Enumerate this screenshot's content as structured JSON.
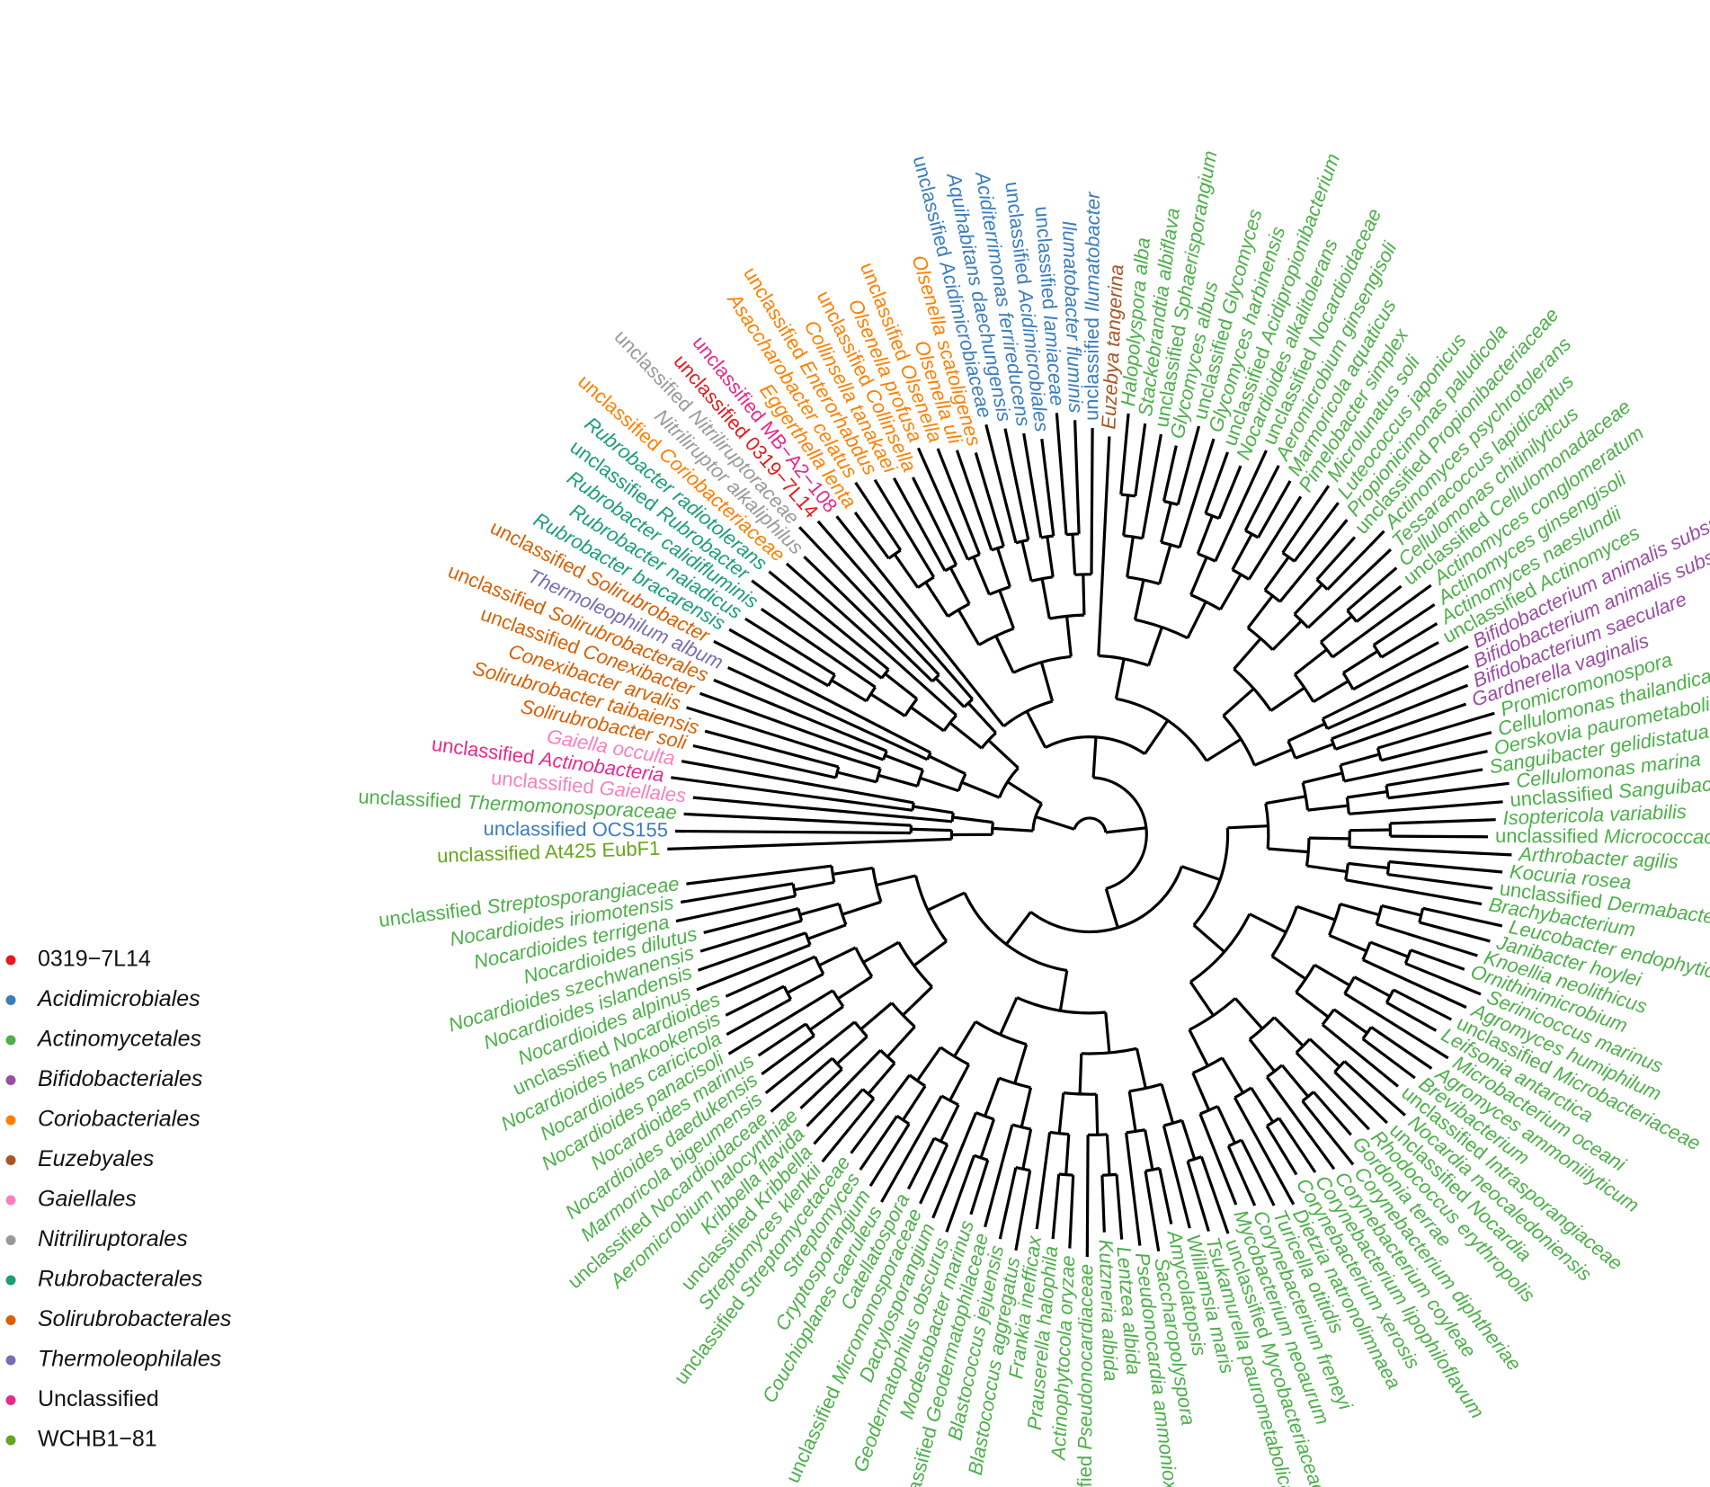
{
  "colors": {
    "0319-7L14": "#e41a1c",
    "Acidimicrobiales": "#3a7dbd",
    "Actinomycetales": "#4daf4a",
    "Bifidobacteriales": "#984ea3",
    "Coriobacteriales": "#ff7f00",
    "Euzebyales": "#a65628",
    "Gaiellales": "#f781bf",
    "Nitriliruptorales": "#999999",
    "Rubrobacterales": "#1b9e77",
    "Solirubrobacterales": "#d95f02",
    "Thermoleophilales": "#7570b3",
    "Unclassified": "#e7298a",
    "WCHB1-81": "#66a61e"
  },
  "legend": [
    {
      "label": "0319−7L14",
      "group": "0319-7L14",
      "italic": false
    },
    {
      "label": "Acidimicrobiales",
      "group": "Acidimicrobiales",
      "italic": true
    },
    {
      "label": "Actinomycetales",
      "group": "Actinomycetales",
      "italic": true
    },
    {
      "label": "Bifidobacteriales",
      "group": "Bifidobacteriales",
      "italic": true
    },
    {
      "label": "Coriobacteriales",
      "group": "Coriobacteriales",
      "italic": true
    },
    {
      "label": "Euzebyales",
      "group": "Euzebyales",
      "italic": true
    },
    {
      "label": "Gaiellales",
      "group": "Gaiellales",
      "italic": true
    },
    {
      "label": "Nitriliruptorales",
      "group": "Nitriliruptorales",
      "italic": true
    },
    {
      "label": "Rubrobacterales",
      "group": "Rubrobacterales",
      "italic": true
    },
    {
      "label": "Solirubrobacterales",
      "group": "Solirubrobacterales",
      "italic": true
    },
    {
      "label": "Thermoleophilales",
      "group": "Thermoleophilales",
      "italic": true
    },
    {
      "label": "Unclassified",
      "group": "Unclassified",
      "italic": false
    },
    {
      "label": "WCHB1−81",
      "group": "WCHB1-81",
      "italic": false
    }
  ],
  "leaves": [
    {
      "prefix": "unclassified ",
      "name": "At425 EubF1",
      "group": "WCHB1-81"
    },
    {
      "prefix": "unclassified ",
      "name": "OCS155",
      "group": "Acidimicrobiales"
    },
    {
      "prefix": "unclassified ",
      "name": "Thermomonosporaceae",
      "group": "Actinomycetales"
    },
    {
      "prefix": "unclassified ",
      "name": "Gaiellales",
      "group": "Gaiellales"
    },
    {
      "prefix": "unclassified ",
      "name": "Actinobacteria",
      "group": "Unclassified"
    },
    {
      "prefix": "",
      "name": "Gaiella occulta",
      "group": "Gaiellales"
    },
    {
      "prefix": "",
      "name": "Solirubrobacter soli",
      "group": "Solirubrobacterales"
    },
    {
      "prefix": "",
      "name": "Solirubrobacter taibaiensis",
      "group": "Solirubrobacterales"
    },
    {
      "prefix": "",
      "name": "Conexibacter arvalis",
      "group": "Solirubrobacterales"
    },
    {
      "prefix": "unclassified ",
      "name": "Conexibacter",
      "group": "Solirubrobacterales"
    },
    {
      "prefix": "unclassified ",
      "name": "Solirubrobacterales",
      "group": "Solirubrobacterales"
    },
    {
      "prefix": "",
      "name": "Thermoleophilum album",
      "group": "Thermoleophilales"
    },
    {
      "prefix": "unclassified ",
      "name": "Solirubrobacter",
      "group": "Solirubrobacterales"
    },
    {
      "prefix": "",
      "name": "Rubrobacter bracarensis",
      "group": "Rubrobacterales"
    },
    {
      "prefix": "",
      "name": "Rubrobacter naiadicus",
      "group": "Rubrobacterales"
    },
    {
      "prefix": "",
      "name": "Rubrobacter calidifluminis",
      "group": "Rubrobacterales"
    },
    {
      "prefix": "unclassified ",
      "name": "Rubrobacter",
      "group": "Rubrobacterales"
    },
    {
      "prefix": "",
      "name": "Rubrobacter radiotolerans",
      "group": "Rubrobacterales"
    },
    {
      "prefix": "unclassified ",
      "name": "Coriobacteriaceae",
      "group": "Coriobacteriales"
    },
    {
      "prefix": "",
      "name": "Nitriliruptor alkaliphilus",
      "group": "Nitriliruptorales"
    },
    {
      "prefix": "unclassified ",
      "name": "Nitriliruptoraceae",
      "group": "Nitriliruptorales"
    },
    {
      "prefix": "unclassified ",
      "name": "0319−7L14",
      "group": "0319-7L14"
    },
    {
      "prefix": "unclassified ",
      "name": "MB−A2−108",
      "group": "Unclassified"
    },
    {
      "prefix": "",
      "name": "Eggerthella lenta",
      "group": "Coriobacteriales"
    },
    {
      "prefix": "",
      "name": "Asaccharobacter celatus",
      "group": "Coriobacteriales"
    },
    {
      "prefix": "unclassified ",
      "name": "Enterorhabdus",
      "group": "Coriobacteriales"
    },
    {
      "prefix": "",
      "name": "Collinsella tanakaei",
      "group": "Coriobacteriales"
    },
    {
      "prefix": "unclassified ",
      "name": "Collinsella",
      "group": "Coriobacteriales"
    },
    {
      "prefix": "",
      "name": "Olsenella profusa",
      "group": "Coriobacteriales"
    },
    {
      "prefix": "unclassified ",
      "name": "Olsenella",
      "group": "Coriobacteriales"
    },
    {
      "prefix": "",
      "name": "Olsenella uli",
      "group": "Coriobacteriales"
    },
    {
      "prefix": "",
      "name": "Olsenella scatoligenes",
      "group": "Coriobacteriales"
    },
    {
      "prefix": "unclassified ",
      "name": "Acidimicrobiaceae",
      "group": "Acidimicrobiales"
    },
    {
      "prefix": "",
      "name": "Aquihabitans daechungensis",
      "group": "Acidimicrobiales"
    },
    {
      "prefix": "",
      "name": "Aciditerrimonas ferrireducens",
      "group": "Acidimicrobiales"
    },
    {
      "prefix": "unclassified ",
      "name": "Acidimicrobiales",
      "group": "Acidimicrobiales"
    },
    {
      "prefix": "unclassified ",
      "name": "Iamiaceae",
      "group": "Acidimicrobiales"
    },
    {
      "prefix": "",
      "name": "Ilumatobacter fluminis",
      "group": "Acidimicrobiales"
    },
    {
      "prefix": "unclassified ",
      "name": "Ilumatobacter",
      "group": "Acidimicrobiales"
    },
    {
      "prefix": "",
      "name": "Euzebya tangerina",
      "group": "Euzebyales"
    },
    {
      "prefix": "",
      "name": "Halopolyspora alba",
      "group": "Actinomycetales"
    },
    {
      "prefix": "",
      "name": "Stackebrandtia albiflava",
      "group": "Actinomycetales"
    },
    {
      "prefix": "unclassified ",
      "name": "Sphaerisporangium",
      "group": "Actinomycetales"
    },
    {
      "prefix": "",
      "name": "Glycomyces albus",
      "group": "Actinomycetales"
    },
    {
      "prefix": "unclassified ",
      "name": "Glycomyces",
      "group": "Actinomycetales"
    },
    {
      "prefix": "",
      "name": "Glycomyces harbinensis",
      "group": "Actinomycetales"
    },
    {
      "prefix": "unclassified ",
      "name": "Acidipropionibacterium",
      "group": "Actinomycetales"
    },
    {
      "prefix": "",
      "name": "Nocardioides alkalitolerans",
      "group": "Actinomycetales"
    },
    {
      "prefix": "unclassified ",
      "name": "Nocardioidaceae",
      "group": "Actinomycetales"
    },
    {
      "prefix": "",
      "name": "Aeromicrobium ginsengisoli",
      "group": "Actinomycetales"
    },
    {
      "prefix": "",
      "name": "Marmoricola aquaticus",
      "group": "Actinomycetales"
    },
    {
      "prefix": "",
      "name": "Pimelobacter simplex",
      "group": "Actinomycetales"
    },
    {
      "prefix": "",
      "name": "Microlunatus soli",
      "group": "Actinomycetales"
    },
    {
      "prefix": "",
      "name": "Luteococcus japonicus",
      "group": "Actinomycetales"
    },
    {
      "prefix": "",
      "name": "Propionicimonas paludicola",
      "group": "Actinomycetales"
    },
    {
      "prefix": "unclassified ",
      "name": "Propionibacteriaceae",
      "group": "Actinomycetales"
    },
    {
      "prefix": "",
      "name": "Actinomyces psychrotolerans",
      "group": "Actinomycetales"
    },
    {
      "prefix": "",
      "name": "Tessaracoccus lapidicaptus",
      "group": "Actinomycetales"
    },
    {
      "prefix": "",
      "name": "Cellulomonas chitinilyticus",
      "group": "Actinomycetales"
    },
    {
      "prefix": "unclassified ",
      "name": "Cellulomonadaceae",
      "group": "Actinomycetales"
    },
    {
      "prefix": "",
      "name": "Actinomyces conglomeratum",
      "group": "Actinomycetales"
    },
    {
      "prefix": "",
      "name": "Actinomyces ginsengisoli",
      "group": "Actinomycetales"
    },
    {
      "prefix": "",
      "name": "Actinomyces naeslundii",
      "group": "Actinomycetales"
    },
    {
      "prefix": "unclassified ",
      "name": "Actinomyces",
      "group": "Actinomycetales"
    },
    {
      "prefix": "",
      "name": "Bifidobacterium animalis subsp. lactis",
      "group": "Bifidobacteriales"
    },
    {
      "prefix": "",
      "name": "Bifidobacterium animalis subsp. animalis",
      "group": "Bifidobacteriales"
    },
    {
      "prefix": "",
      "name": "Bifidobacterium saeculare",
      "group": "Bifidobacteriales"
    },
    {
      "prefix": "",
      "name": "Gardnerella vaginalis",
      "group": "Bifidobacteriales"
    },
    {
      "prefix": "",
      "name": "Promicromonospora",
      "group": "Actinomycetales"
    },
    {
      "prefix": "",
      "name": "Cellulomonas thailandica",
      "group": "Actinomycetales"
    },
    {
      "prefix": "",
      "name": "Oerskovia paurometabolica",
      "group": "Actinomycetales"
    },
    {
      "prefix": "",
      "name": "Sanguibacter gelidistatuariae",
      "group": "Actinomycetales"
    },
    {
      "prefix": "",
      "name": "Cellulomonas marina",
      "group": "Actinomycetales"
    },
    {
      "prefix": "unclassified ",
      "name": "Sanguibacteraceae",
      "group": "Actinomycetales"
    },
    {
      "prefix": "",
      "name": "Isoptericola variabilis",
      "group": "Actinomycetales"
    },
    {
      "prefix": "unclassified ",
      "name": "Micrococcaceae",
      "group": "Actinomycetales"
    },
    {
      "prefix": "",
      "name": "Arthrobacter agilis",
      "group": "Actinomycetales"
    },
    {
      "prefix": "",
      "name": "Kocuria rosea",
      "group": "Actinomycetales"
    },
    {
      "prefix": "unclassified ",
      "name": "Dermabacteraceae",
      "group": "Actinomycetales"
    },
    {
      "prefix": "",
      "name": "Brachybacterium",
      "group": "Actinomycetales"
    },
    {
      "prefix": "",
      "name": "Leucobacter endophyticum",
      "group": "Actinomycetales"
    },
    {
      "prefix": "",
      "name": "Janibacter hoylei",
      "group": "Actinomycetales"
    },
    {
      "prefix": "",
      "name": "Knoellia neolithicus",
      "group": "Actinomycetales"
    },
    {
      "prefix": "",
      "name": "Ornithinimicrobium",
      "group": "Actinomycetales"
    },
    {
      "prefix": "",
      "name": "Serinicoccus marinus",
      "group": "Actinomycetales"
    },
    {
      "prefix": "",
      "name": "Agromyces humiphilum",
      "group": "Actinomycetales"
    },
    {
      "prefix": "unclassified ",
      "name": "Microbacteriaceae",
      "group": "Actinomycetales"
    },
    {
      "prefix": "",
      "name": "Leifsonia antarctica",
      "group": "Actinomycetales"
    },
    {
      "prefix": "",
      "name": "Microbacterium oceani",
      "group": "Actinomycetales"
    },
    {
      "prefix": "",
      "name": "Agromyces ammoniilyticum",
      "group": "Actinomycetales"
    },
    {
      "prefix": "",
      "name": "Brevibacterium",
      "group": "Actinomycetales"
    },
    {
      "prefix": "unclassified ",
      "name": "Intrasporangiaceae",
      "group": "Actinomycetales"
    },
    {
      "prefix": "",
      "name": "Nocardia neocaledoniensis",
      "group": "Actinomycetales"
    },
    {
      "prefix": "unclassified ",
      "name": "Nocardia",
      "group": "Actinomycetales"
    },
    {
      "prefix": "",
      "name": "Rhodococcus erythropolis",
      "group": "Actinomycetales"
    },
    {
      "prefix": "",
      "name": "Gordonia terrae",
      "group": "Actinomycetales"
    },
    {
      "prefix": "",
      "name": "Corynebacterium diphtheriae",
      "group": "Actinomycetales"
    },
    {
      "prefix": "",
      "name": "Corynebacterium coyleae",
      "group": "Actinomycetales"
    },
    {
      "prefix": "",
      "name": "Corynebacterium lipophiloflavum",
      "group": "Actinomycetales"
    },
    {
      "prefix": "",
      "name": "Corynebacterium xerosis",
      "group": "Actinomycetales"
    },
    {
      "prefix": "",
      "name": "Dietzia natronolimnaea",
      "group": "Actinomycetales"
    },
    {
      "prefix": "",
      "name": "Turicella otitidis",
      "group": "Actinomycetales"
    },
    {
      "prefix": "",
      "name": "Corynebacterium freneyi",
      "group": "Actinomycetales"
    },
    {
      "prefix": "",
      "name": "Mycobacterium neoaurum",
      "group": "Actinomycetales"
    },
    {
      "prefix": "unclassified ",
      "name": "Mycobacteriaceae",
      "group": "Actinomycetales"
    },
    {
      "prefix": "",
      "name": "Tsukamurella paurometabolica",
      "group": "Actinomycetales"
    },
    {
      "prefix": "",
      "name": "Williamsia maris",
      "group": "Actinomycetales"
    },
    {
      "prefix": "",
      "name": "Amycolatopsis",
      "group": "Actinomycetales"
    },
    {
      "prefix": "",
      "name": "Saccharopolyspora",
      "group": "Actinomycetales"
    },
    {
      "prefix": "",
      "name": "Pseudonocardia ammonioxydans",
      "group": "Actinomycetales"
    },
    {
      "prefix": "",
      "name": "Lentzea albida",
      "group": "Actinomycetales"
    },
    {
      "prefix": "",
      "name": "Kutzneria albida",
      "group": "Actinomycetales"
    },
    {
      "prefix": "unclassified ",
      "name": "Pseudonocardiaceae",
      "group": "Actinomycetales"
    },
    {
      "prefix": "",
      "name": "Actinophytocola oryzae",
      "group": "Actinomycetales"
    },
    {
      "prefix": "",
      "name": "Prauserella halophila",
      "group": "Actinomycetales"
    },
    {
      "prefix": "",
      "name": "Frankia inefficax",
      "group": "Actinomycetales"
    },
    {
      "prefix": "",
      "name": "Blastococcus aggregatus",
      "group": "Actinomycetales"
    },
    {
      "prefix": "",
      "name": "Blastococcus jejuensis",
      "group": "Actinomycetales"
    },
    {
      "prefix": "unclassified ",
      "name": "Geodermatophilaceae",
      "group": "Actinomycetales"
    },
    {
      "prefix": "",
      "name": "Modestobacter marinus",
      "group": "Actinomycetales"
    },
    {
      "prefix": "",
      "name": "Geodermatophilus obscurus",
      "group": "Actinomycetales"
    },
    {
      "prefix": "",
      "name": "Dactylosporangium",
      "group": "Actinomycetales"
    },
    {
      "prefix": "unclassified ",
      "name": "Micromonosporaceae",
      "group": "Actinomycetales"
    },
    {
      "prefix": "",
      "name": "Catellatospora",
      "group": "Actinomycetales"
    },
    {
      "prefix": "",
      "name": "Couchioplanes caeruleus",
      "group": "Actinomycetales"
    },
    {
      "prefix": "",
      "name": "Cryptosporangium",
      "group": "Actinomycetales"
    },
    {
      "prefix": "",
      "name": "Streptomyces",
      "group": "Actinomycetales"
    },
    {
      "prefix": "unclassified ",
      "name": "Streptomycetaceae",
      "group": "Actinomycetales"
    },
    {
      "prefix": "",
      "name": "Streptomyces klenkii",
      "group": "Actinomycetales"
    },
    {
      "prefix": "unclassified ",
      "name": "Kribbella",
      "group": "Actinomycetales"
    },
    {
      "prefix": "",
      "name": "Kribbella flavida",
      "group": "Actinomycetales"
    },
    {
      "prefix": "",
      "name": "Aeromicrobium halocynthiae",
      "group": "Actinomycetales"
    },
    {
      "prefix": "unclassified ",
      "name": "Nocardioidaceae",
      "group": "Actinomycetales"
    },
    {
      "prefix": "",
      "name": "Marmoricola bigeumensis",
      "group": "Actinomycetales"
    },
    {
      "prefix": "",
      "name": "Nocardioides daedukensis",
      "group": "Actinomycetales"
    },
    {
      "prefix": "",
      "name": "Nocardioides marinus",
      "group": "Actinomycetales"
    },
    {
      "prefix": "",
      "name": "Nocardioides panacisoli",
      "group": "Actinomycetales"
    },
    {
      "prefix": "",
      "name": "Nocardioides caricicola",
      "group": "Actinomycetales"
    },
    {
      "prefix": "",
      "name": "Nocardioides hankookensis",
      "group": "Actinomycetales"
    },
    {
      "prefix": "unclassified ",
      "name": "Nocardioides",
      "group": "Actinomycetales"
    },
    {
      "prefix": "",
      "name": "Nocardioides alpinus",
      "group": "Actinomycetales"
    },
    {
      "prefix": "",
      "name": "Nocardioides islandensis",
      "group": "Actinomycetales"
    },
    {
      "prefix": "",
      "name": "Nocardioides szechwanensis",
      "group": "Actinomycetales"
    },
    {
      "prefix": "",
      "name": "Nocardioides dilutus",
      "group": "Actinomycetales"
    },
    {
      "prefix": "",
      "name": "Nocardioides terrigena",
      "group": "Actinomycetales"
    },
    {
      "prefix": "",
      "name": "Nocardioides iriomotensis",
      "group": "Actinomycetales"
    },
    {
      "prefix": "unclassified ",
      "name": "Streptosporangiaceae",
      "group": "Actinomycetales"
    }
  ]
}
